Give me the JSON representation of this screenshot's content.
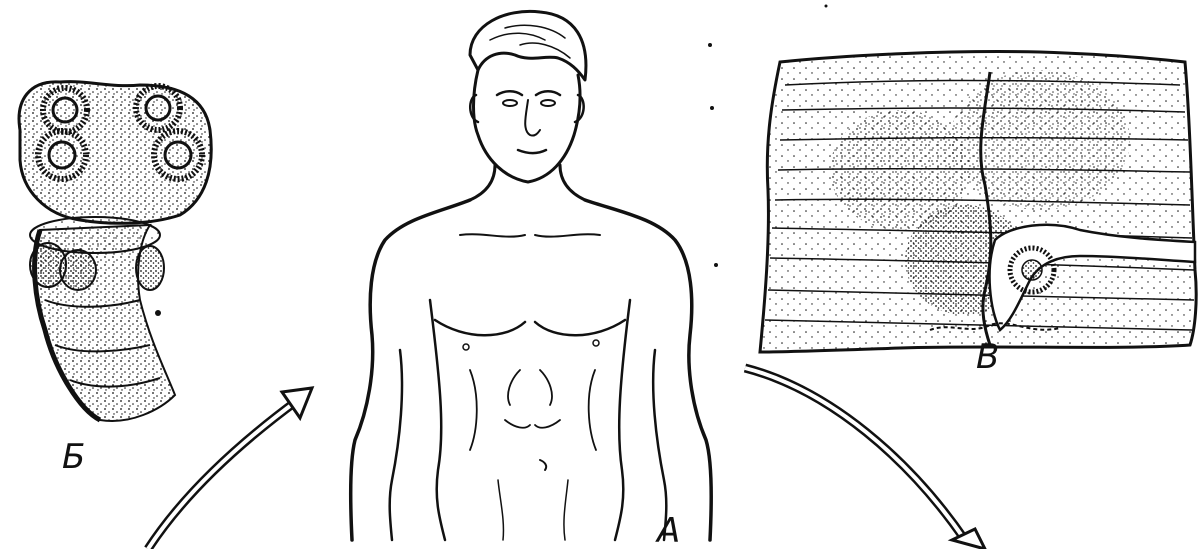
{
  "figure": {
    "labels": {
      "person": "А",
      "scolex": "Б",
      "muscle_tissue": "В"
    },
    "colors": {
      "ink": "#111111",
      "background": "#ffffff"
    },
    "icons": {
      "scolex": "tapeworm-scolex-icon",
      "person": "human-torso-icon",
      "muscle_tissue": "muscle-cyst-icon",
      "left_arrow": "curved-arrow-up-right-icon",
      "right_arrow": "curved-arrow-down-right-icon"
    }
  }
}
